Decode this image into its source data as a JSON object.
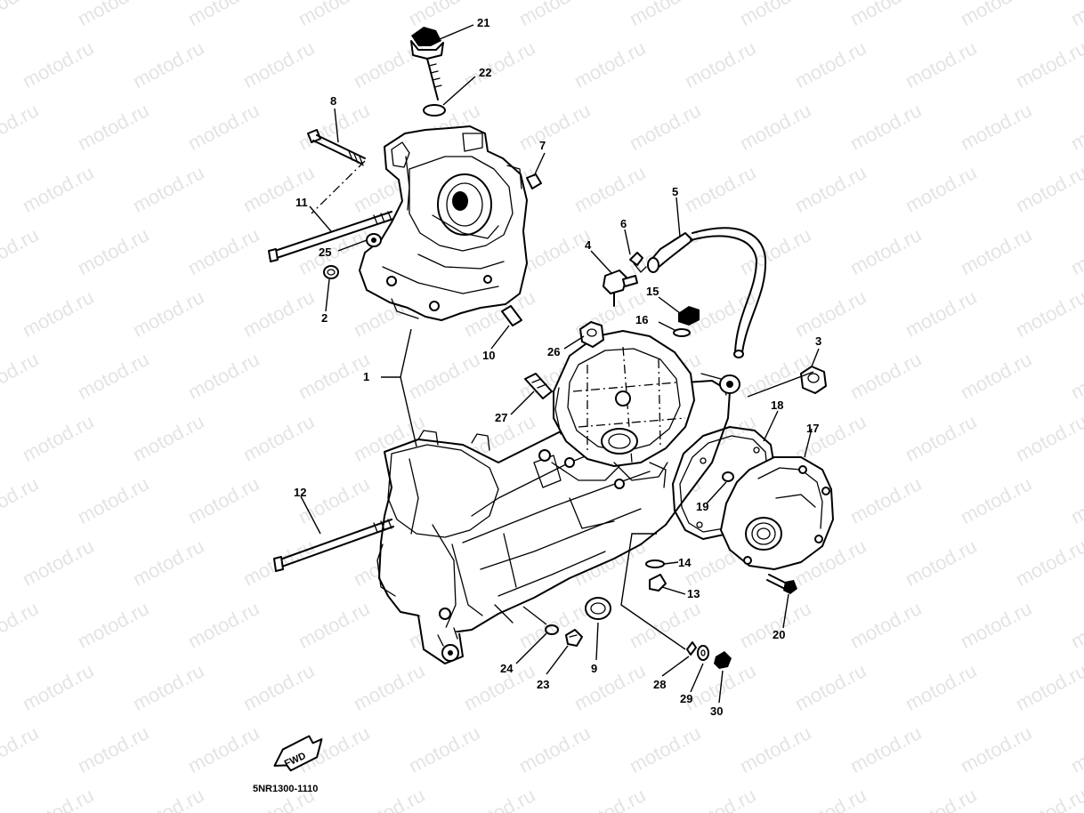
{
  "watermark": {
    "text": "motod.ru",
    "color": "#e4e4e4"
  },
  "diagram_code": "5NR1300-1110",
  "fwd_label": "FWD",
  "callouts": [
    {
      "id": "c1",
      "number": "1"
    },
    {
      "id": "c2",
      "number": "2"
    },
    {
      "id": "c3",
      "number": "3"
    },
    {
      "id": "c4",
      "number": "4"
    },
    {
      "id": "c5",
      "number": "5"
    },
    {
      "id": "c6",
      "number": "6"
    },
    {
      "id": "c7",
      "number": "7"
    },
    {
      "id": "c8",
      "number": "8"
    },
    {
      "id": "c9",
      "number": "9"
    },
    {
      "id": "c10",
      "number": "10"
    },
    {
      "id": "c11",
      "number": "11"
    },
    {
      "id": "c12",
      "number": "12"
    },
    {
      "id": "c13",
      "number": "13"
    },
    {
      "id": "c14",
      "number": "14"
    },
    {
      "id": "c15",
      "number": "15"
    },
    {
      "id": "c16",
      "number": "16"
    },
    {
      "id": "c17",
      "number": "17"
    },
    {
      "id": "c18",
      "number": "18"
    },
    {
      "id": "c19",
      "number": "19"
    },
    {
      "id": "c20",
      "number": "20"
    },
    {
      "id": "c21",
      "number": "21"
    },
    {
      "id": "c22",
      "number": "22"
    },
    {
      "id": "c23",
      "number": "23"
    },
    {
      "id": "c24",
      "number": "24"
    },
    {
      "id": "c25",
      "number": "25"
    },
    {
      "id": "c26",
      "number": "26"
    },
    {
      "id": "c27",
      "number": "27"
    },
    {
      "id": "c28",
      "number": "28"
    },
    {
      "id": "c29",
      "number": "29"
    },
    {
      "id": "c30",
      "number": "30"
    }
  ]
}
